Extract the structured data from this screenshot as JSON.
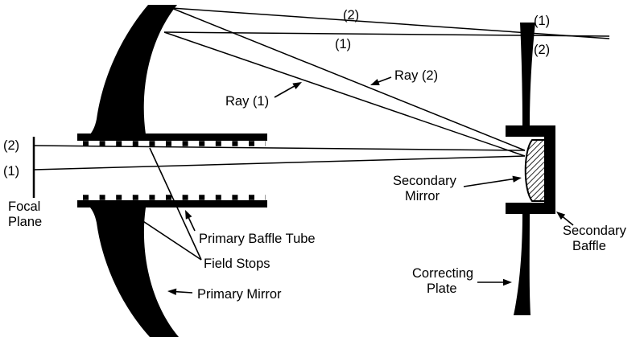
{
  "diagram": {
    "colors": {
      "ink": "#000000",
      "background": "#ffffff"
    },
    "labels": {
      "top_ray2": "(2)",
      "top_ray1": "(1)",
      "right_ray1": "(1)",
      "right_ray2": "(2)",
      "ray2": "Ray (2)",
      "ray1": "Ray (1)",
      "left_ray2": "(2)",
      "left_ray1": "(1)",
      "focal_plane": [
        "Focal",
        "Plane"
      ],
      "primary_baffle_tube": "Primary Baffle Tube",
      "field_stops": "Field Stops",
      "primary_mirror": "Primary Mirror",
      "secondary_mirror": [
        "Secondary",
        "Mirror"
      ],
      "secondary_baffle": [
        "Secondary",
        "Baffle"
      ],
      "correcting_plate": [
        "Correcting",
        "Plate"
      ]
    }
  }
}
